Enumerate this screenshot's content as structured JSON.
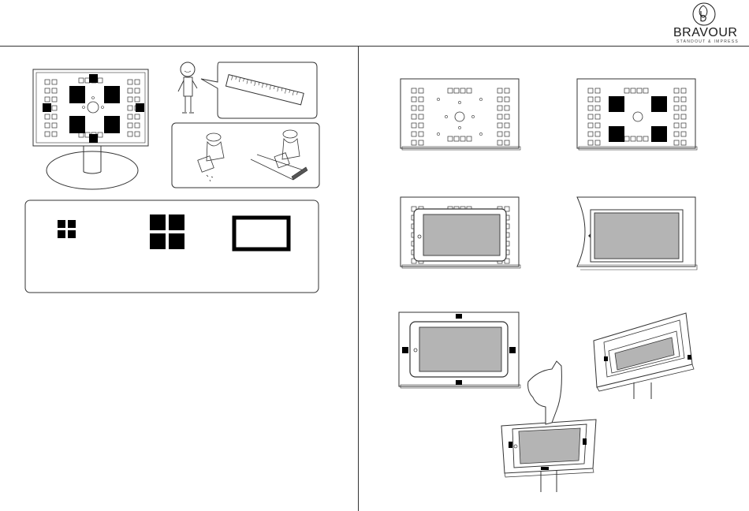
{
  "header": {
    "brand_name": "BRAVOUR",
    "tagline": "STANDOUT & IMPRESS",
    "logo_icon": "b-monogram-leaf-icon"
  },
  "colors": {
    "ink": "#1a1a1a",
    "screen_gray": "#b4b4b4",
    "pad_black": "#000000",
    "background": "#ffffff"
  },
  "illustrations": {
    "left": [
      "monitor-with-mounting-pads",
      "person-with-ruler",
      "person-cutting-pads",
      "pad-shapes-panel"
    ],
    "right": [
      "plate-blank",
      "plate-with-four-pads",
      "tablet-on-plate",
      "tablet-in-cover-frame",
      "tablet-with-edge-pads",
      "frame-tilted-assembly",
      "hand-pressing-tablet"
    ]
  }
}
